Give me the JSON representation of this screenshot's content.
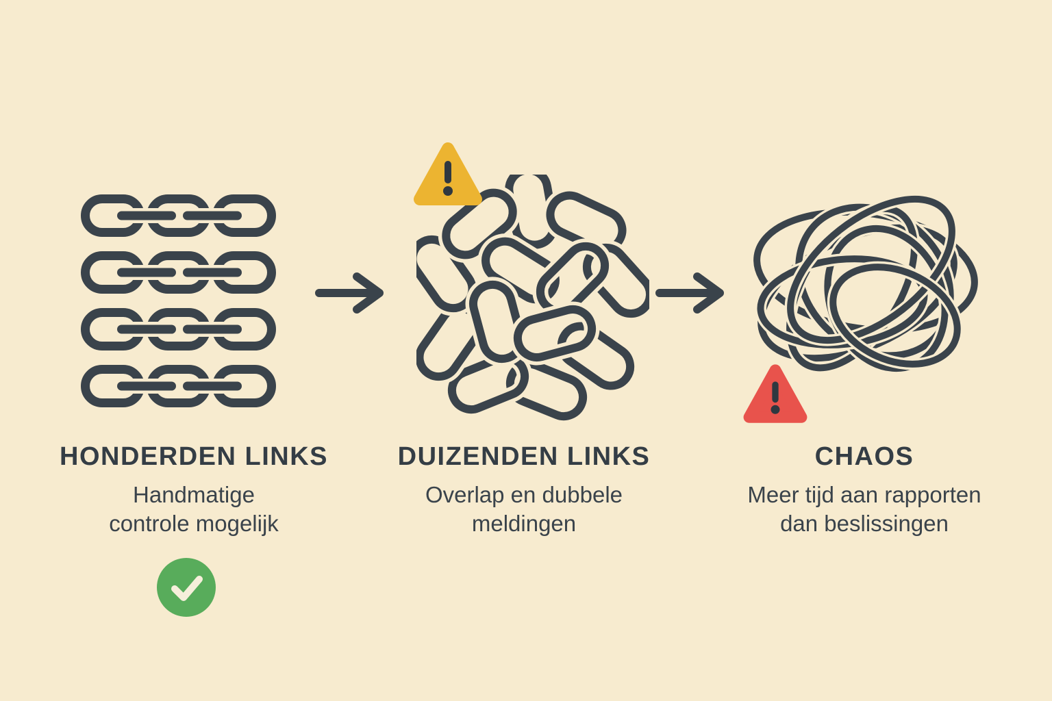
{
  "colors": {
    "background": "#f7ebcf",
    "ink": "#3a434b",
    "title_text": "#343d45",
    "warning_yellow": "#ecb431",
    "danger_red": "#e8534c",
    "success_green": "#58ac5b",
    "check_stroke": "#f6efdb",
    "exclamation": "#2f3840"
  },
  "columns": [
    {
      "title": "HONDERDEN LINKS",
      "subtitle_lines": [
        "Handmatige",
        "controle mogelijk"
      ],
      "icon": "ordered-chains-icon",
      "badge_icon": "success-check-icon"
    },
    {
      "title": "DUIZENDEN LINKS",
      "subtitle_lines": [
        "Overlap en dubbele",
        "meldingen"
      ],
      "icon": "tangled-chains-icon",
      "badge_icon": "warning-triangle-icon"
    },
    {
      "title": "CHAOS",
      "subtitle_lines": [
        "Meer tijd aan rapporten",
        "dan beslissingen"
      ],
      "icon": "scribble-tangle-icon",
      "badge_icon": "danger-triangle-icon"
    }
  ],
  "connectors": [
    {
      "icon": "right-arrow-icon"
    },
    {
      "icon": "right-arrow-icon"
    }
  ]
}
